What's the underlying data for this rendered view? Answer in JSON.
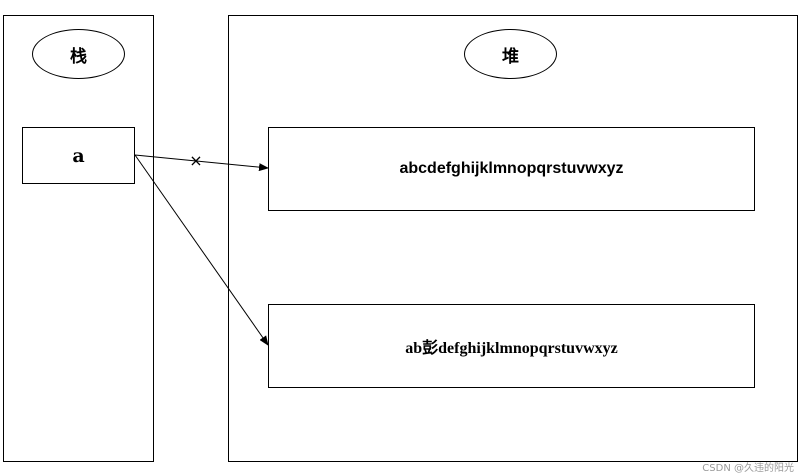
{
  "stack": {
    "label": "栈",
    "variable": "a"
  },
  "heap": {
    "label": "堆",
    "strings": [
      "abcdefghijklmnopqrstuvwxyz",
      "ab彭defghijklmnopqrstuvwxyz"
    ]
  },
  "arrows": [
    {
      "from": "a",
      "to": "heap-string-1",
      "status": "removed",
      "marker": "×"
    },
    {
      "from": "a",
      "to": "heap-string-2",
      "status": "active"
    }
  ],
  "watermark": "CSDN @久违的阳光"
}
